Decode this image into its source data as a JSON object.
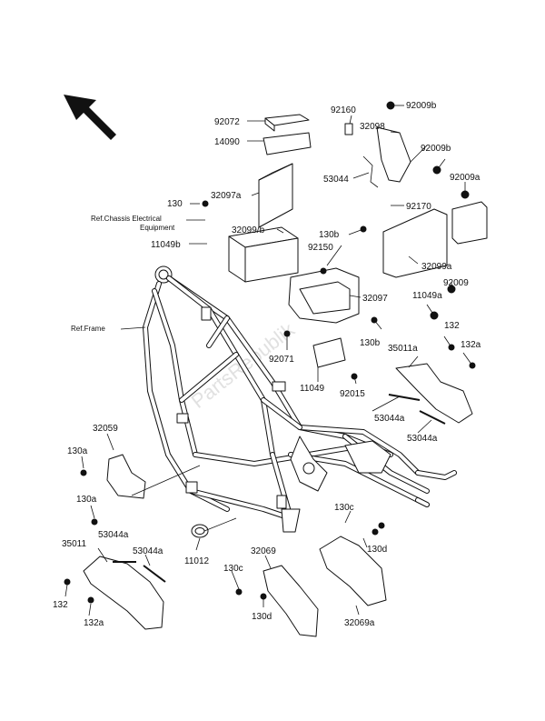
{
  "labels": {
    "p92072": "92072",
    "p14090": "14090",
    "p92160": "92160",
    "p32098": "32098",
    "p92009b_top": "92009b",
    "p92009b_mid": "92009b",
    "p92009a": "92009a",
    "p53044": "53044",
    "p32097a": "32097a",
    "p130": "130",
    "ref_chassis": "Ref.Chassis Electrical",
    "ref_equipment": "Equipment",
    "p11049b": "11049b",
    "p32099b": "32099/b",
    "p130b_top": "130b",
    "p92170": "92170",
    "p92150": "92150",
    "p32099a": "32099a",
    "p32097": "32097",
    "p92009": "92009",
    "p11049a": "11049a",
    "ref_frame": "Ref.Frame",
    "p130b_mid": "130b",
    "p132_right": "132",
    "p35011a": "35011a",
    "p132a_right": "132a",
    "p92071": "92071",
    "p11049": "11049",
    "p92015": "92015",
    "p53044a_r1": "53044a",
    "p53044a_r2": "53044a",
    "p32059": "32059",
    "p130a_1": "130a",
    "p130a_2": "130a",
    "p130c_right": "130c",
    "p130d_right": "130d",
    "p35011": "35011",
    "p53044a_l1": "53044a",
    "p53044a_l2": "53044a",
    "p11012": "11012",
    "p32069": "32069",
    "p130c_mid": "130c",
    "p132_left": "132",
    "p132a_left": "132a",
    "p130d_mid": "130d",
    "p32069a": "32069a"
  },
  "watermark": "PartsRepublik",
  "icons": {
    "direction_arrow": "front-direction-arrow-icon"
  }
}
